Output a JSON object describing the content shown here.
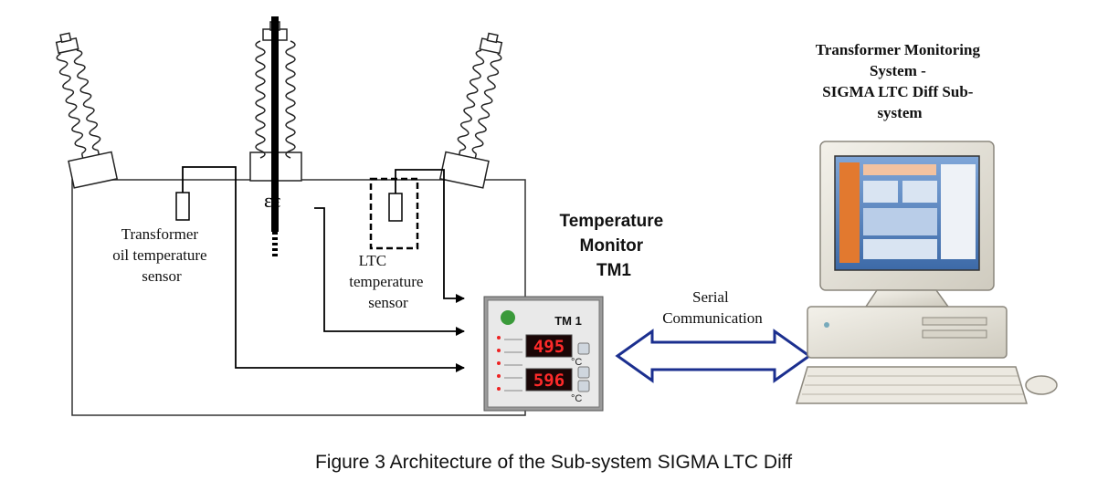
{
  "labels": {
    "oil_sensor": [
      "Transformer",
      "oil temperature",
      "sensor"
    ],
    "ltc_sensor": [
      "LTC",
      "temperature",
      "sensor"
    ],
    "temperature_monitor": [
      "Temperature",
      "Monitor",
      "TM1"
    ],
    "serial_comm": [
      "Serial",
      "Communication"
    ],
    "monitoring_system": [
      "Transformer Monitoring",
      "System -",
      "SIGMA LTC Diff Sub-",
      "system"
    ]
  },
  "device": {
    "model": "TM 1",
    "display_top": "495",
    "display_bottom": "596",
    "unit": "°C"
  },
  "caption": "Figure 3  Architecture of the Sub-system SIGMA LTC Diff"
}
